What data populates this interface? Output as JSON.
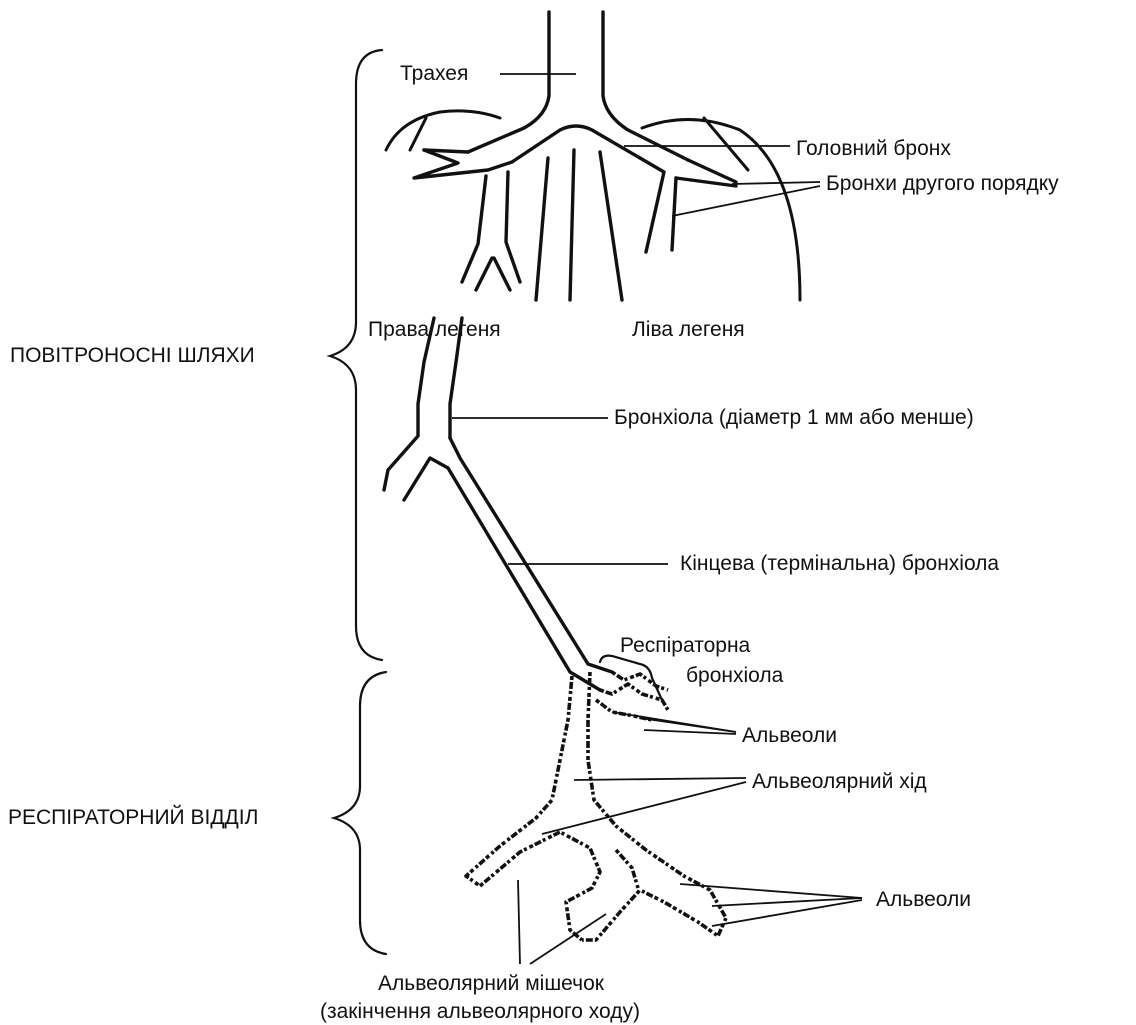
{
  "labels": {
    "trachea": "Трахея",
    "main_bronchus": "Головний бронх",
    "secondary_bronchi": "Бронхи другого порядку",
    "right_lung": "Права легеня",
    "left_lung": "Ліва легеня",
    "conducting_zone": "ПОВІТРОНОСНІ ШЛЯХИ",
    "bronchiole": "Бронхіола (діаметр 1 мм або менше)",
    "terminal_bronchiole": "Кінцева (термінальна) бронхіола",
    "respiratory_bronchiole_line1": "Респіраторна",
    "respiratory_bronchiole_line2": "бронхіола",
    "alveoli_upper": "Альвеоли",
    "alveolar_duct": "Альвеолярний хід",
    "respiratory_zone": "РЕСПІРАТОРНИЙ ВІДДІЛ",
    "alveoli_lower": "Альвеоли",
    "alveolar_sac_line1": "Альвеолярний мішечок",
    "alveolar_sac_line2": "(закінчення альвеолярного ходу)"
  },
  "colors": {
    "ink": "#111111",
    "background": "#ffffff"
  }
}
